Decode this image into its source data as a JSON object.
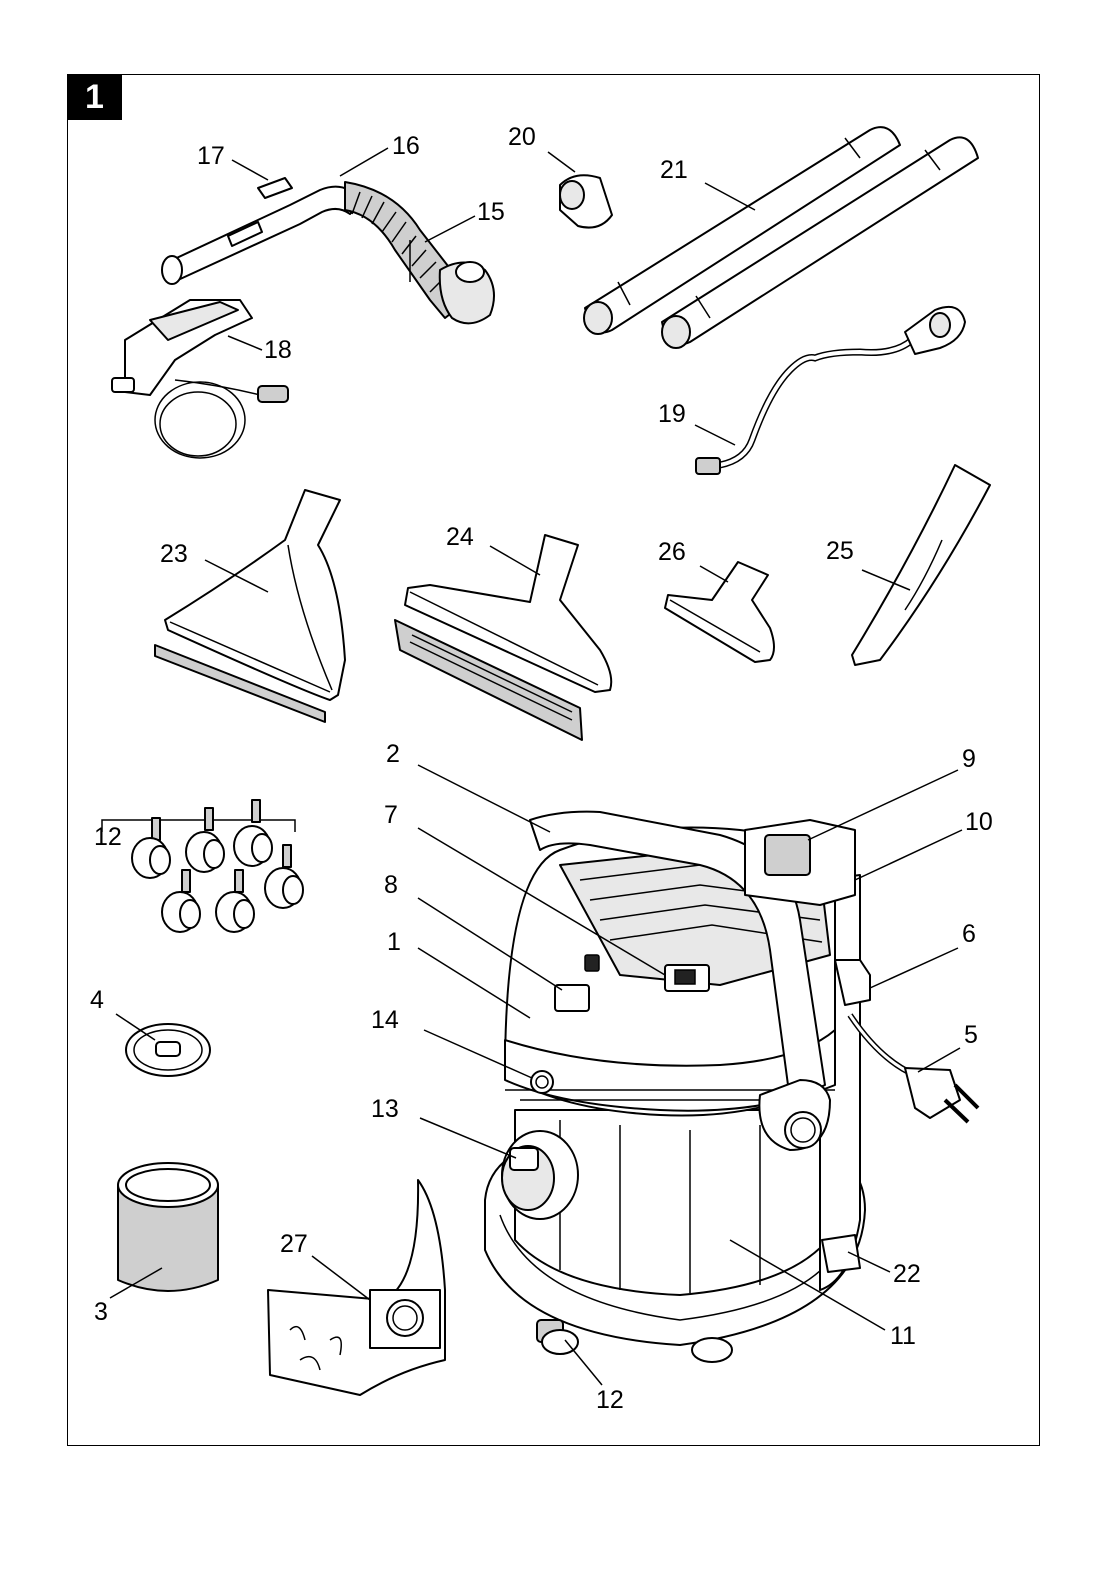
{
  "figure": {
    "number": "1"
  },
  "callouts": {
    "c1": "1",
    "c2": "2",
    "c3": "3",
    "c4": "4",
    "c5": "5",
    "c6": "6",
    "c7": "7",
    "c8": "8",
    "c9": "9",
    "c10": "10",
    "c11": "11",
    "c12a": "12",
    "c12b": "12",
    "c13": "13",
    "c14": "14",
    "c15": "15",
    "c16": "16",
    "c17": "17",
    "c18": "18",
    "c19": "19",
    "c20": "20",
    "c21": "21",
    "c22": "22",
    "c23": "23",
    "c24": "24",
    "c25": "25",
    "c26": "26",
    "c27": "27"
  }
}
